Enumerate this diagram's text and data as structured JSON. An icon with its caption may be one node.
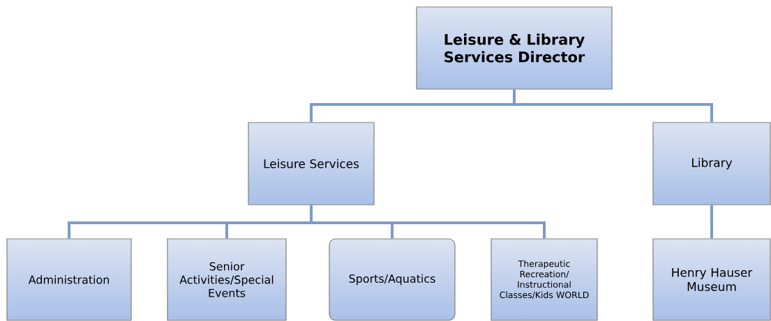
{
  "diagram": {
    "nodes": [
      {
        "text": [
          "Leisure & Library Services Director"
        ]
      },
      {
        "text": [
          "Leisure Services"
        ]
      },
      {
        "text": [
          "Library"
        ]
      },
      {
        "text": [
          "Administration"
        ]
      },
      {
        "text": [
          "Senior Activities/Special Events"
        ]
      },
      {
        "text": [
          "Sports/Aquatics"
        ]
      },
      {
        "text": [
          "Therapeutic Recreation/ Instructional Classes/Kids WORLD"
        ]
      },
      {
        "text": [
          "Henry Hauser Museum"
        ]
      }
    ],
    "edges": [
      {
        "from": 0,
        "to": 1,
        "arrow": "none"
      },
      {
        "from": 0,
        "to": 2,
        "arrow": "none"
      },
      {
        "from": 1,
        "to": 3,
        "arrow": "none"
      },
      {
        "from": 1,
        "to": 4,
        "arrow": "none"
      },
      {
        "from": 1,
        "to": 5,
        "arrow": "none"
      },
      {
        "from": 1,
        "to": 6,
        "arrow": "none"
      },
      {
        "from": 2,
        "to": 7,
        "arrow": "none"
      }
    ]
  }
}
